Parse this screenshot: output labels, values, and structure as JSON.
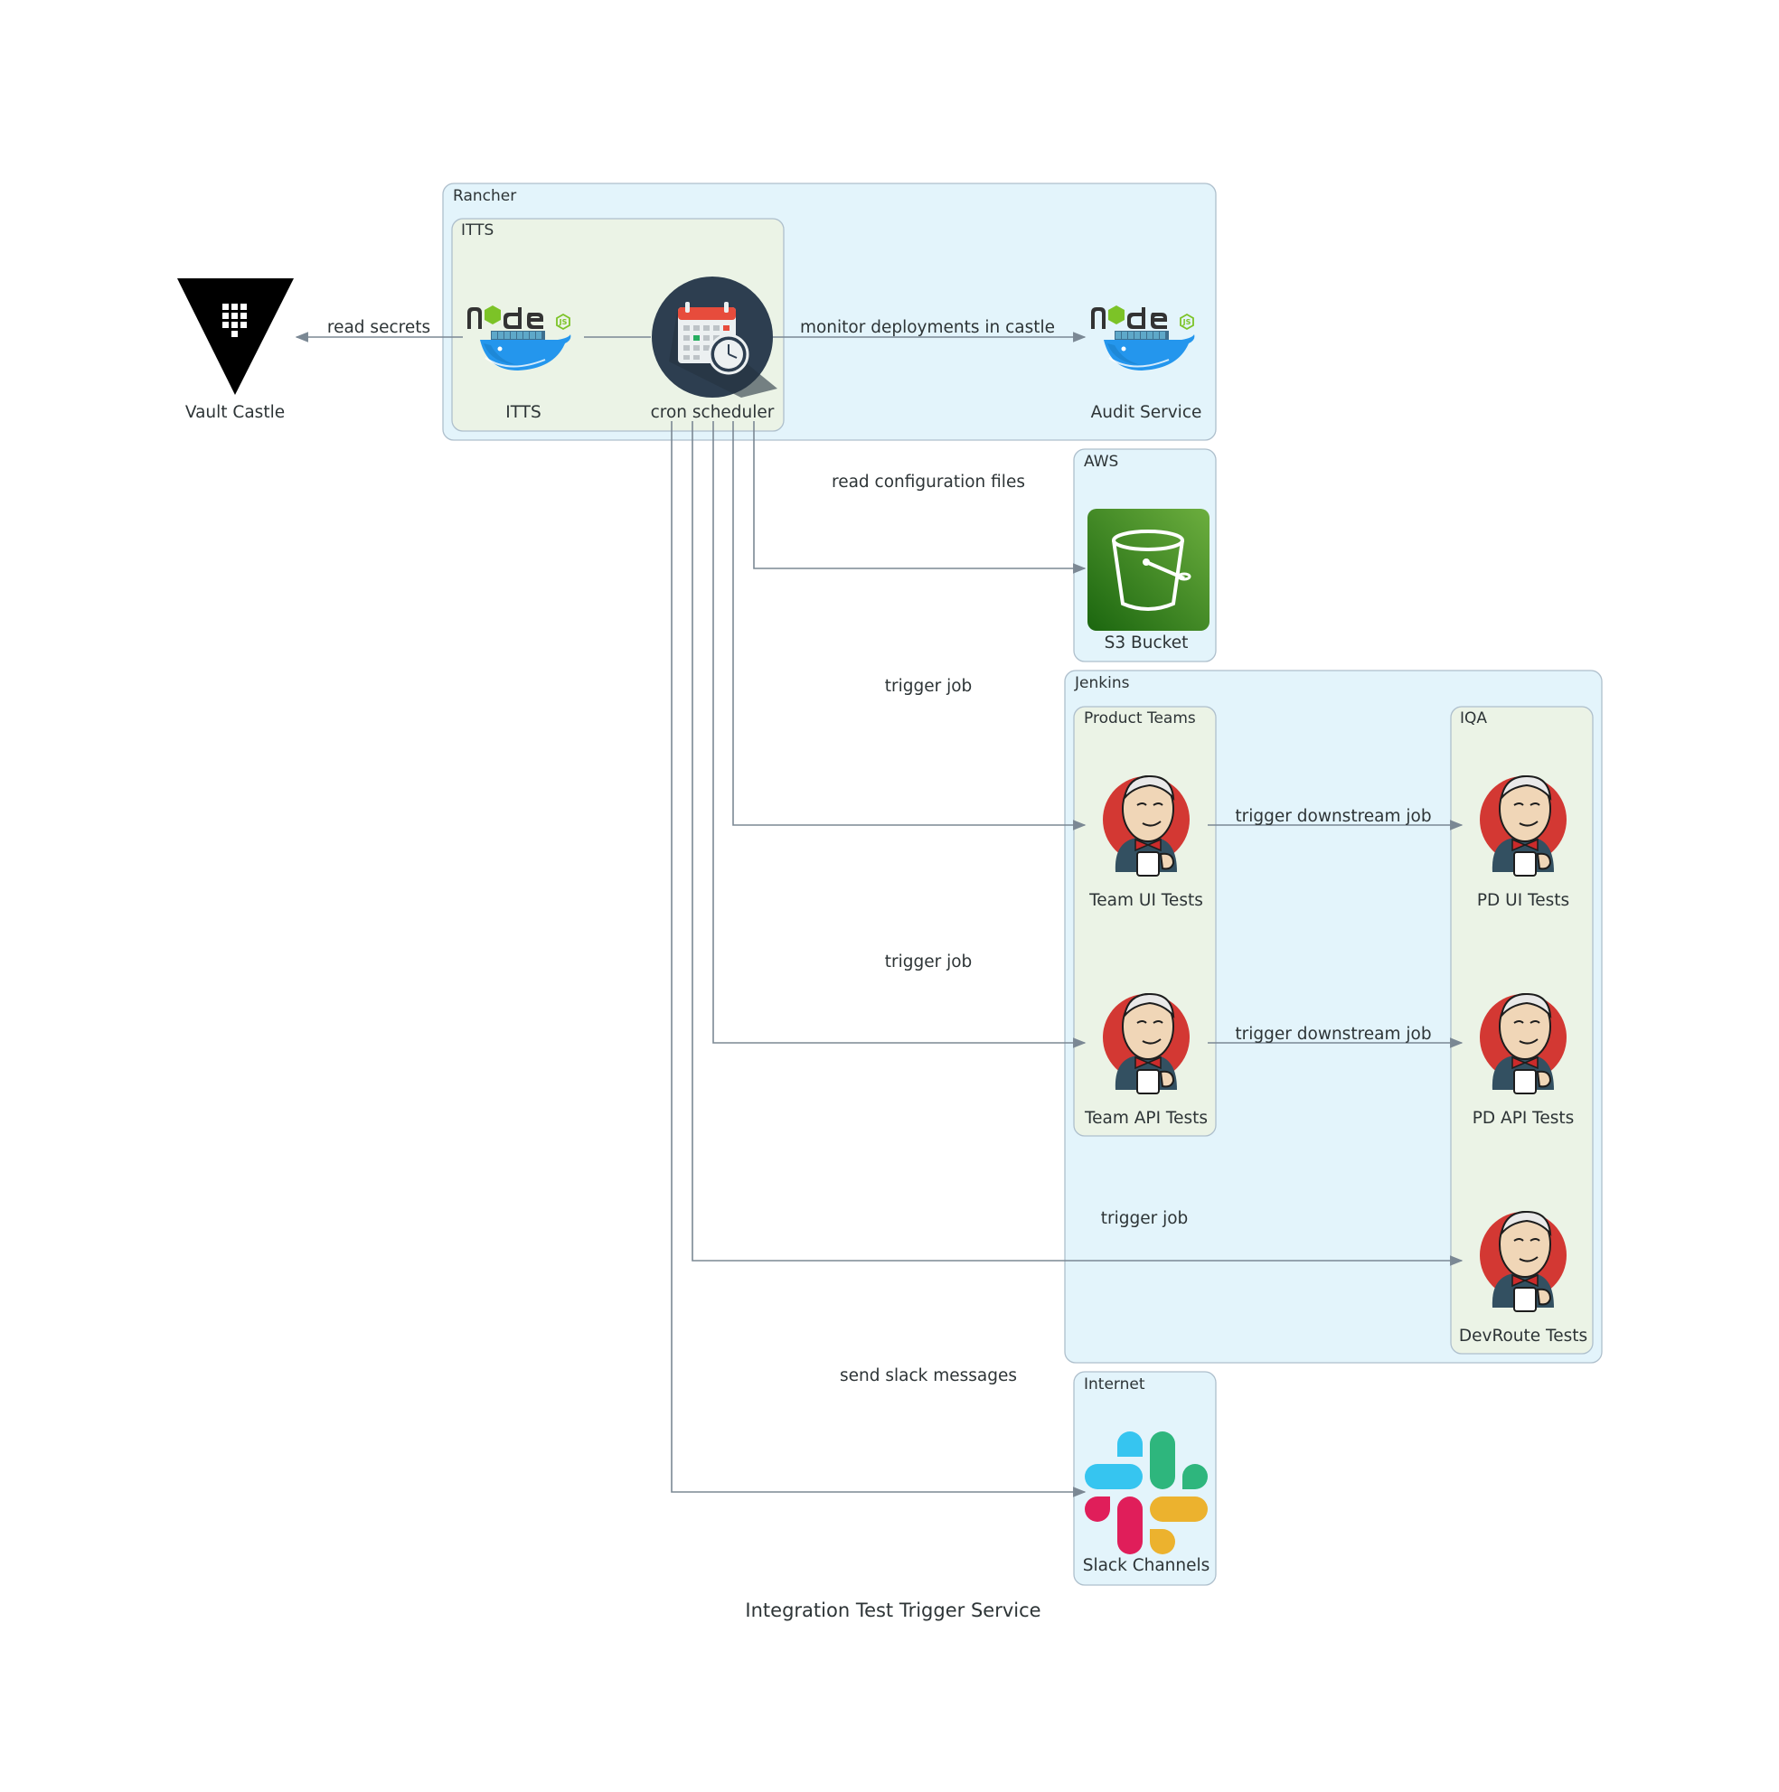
{
  "title": "Integration Test Trigger Service",
  "clusters": {
    "rancher": "Rancher",
    "itts": "ITTS",
    "aws": "AWS",
    "jenkins": "Jenkins",
    "product_teams": "Product Teams",
    "iqa": "IQA",
    "internet": "Internet"
  },
  "nodes": {
    "vault": "Vault Castle",
    "itts": "ITTS",
    "cron": "cron scheduler",
    "audit": "Audit Service",
    "s3": "S3 Bucket",
    "team_ui": "Team UI Tests",
    "team_api": "Team API Tests",
    "pd_ui": "PD UI Tests",
    "pd_api": "PD API Tests",
    "devroute": "DevRoute Tests",
    "slack": "Slack Channels"
  },
  "edges": {
    "read_secrets": "read secrets",
    "monitor": "monitor deployments in castle",
    "read_config": "read configuration files",
    "trigger_job_1": "trigger job",
    "trigger_job_2": "trigger job",
    "trigger_job_3": "trigger job",
    "downstream_1": "trigger downstream job",
    "downstream_2": "trigger downstream job",
    "slack_msg": "send slack messages"
  },
  "colors": {
    "cluster_blue": "#e3f4fb",
    "cluster_green": "#ebf3e6",
    "edge": "#7b8894",
    "jenkins_red": "#d33833",
    "aws_green": "#3f8624",
    "cron_bg": "#2d3e50"
  },
  "icons": {
    "vault": "vault-icon",
    "itts": "nodejs-docker-icon",
    "cron": "calendar-clock-icon",
    "audit": "nodejs-docker-icon",
    "s3": "s3-bucket-icon",
    "jenkins": "jenkins-icon",
    "slack": "slack-icon"
  }
}
